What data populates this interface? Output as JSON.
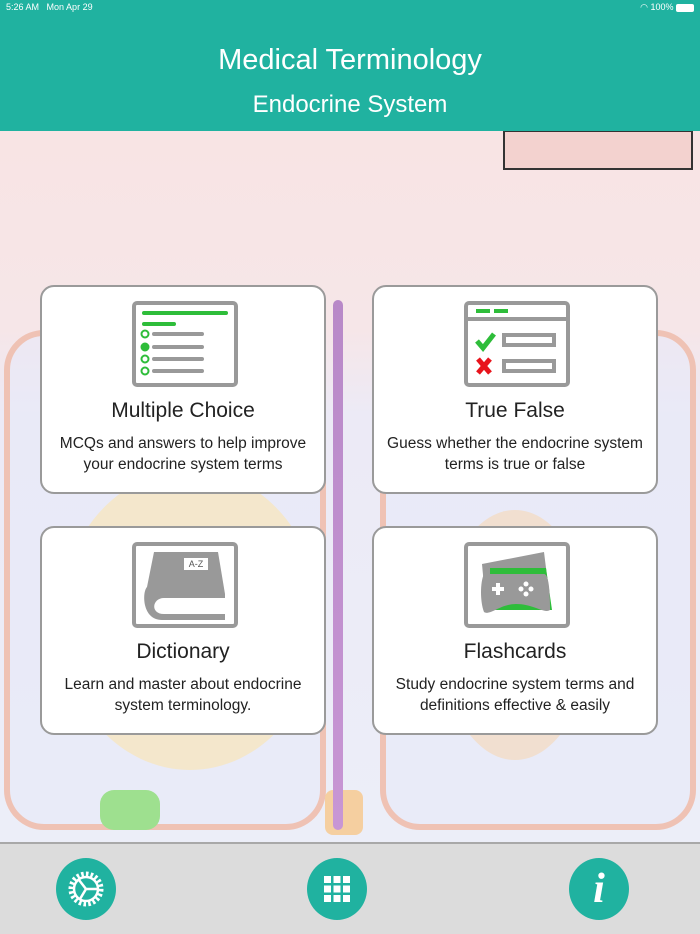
{
  "status": {
    "time": "5:26 AM",
    "date": "Mon Apr 29",
    "battery": "100%"
  },
  "header": {
    "title": "Medical Terminology",
    "subtitle": "Endocrine System"
  },
  "cards": [
    {
      "title": "Multiple Choice",
      "desc": "MCQs and answers to help improve your endocrine system terms",
      "icon": "quiz-list-icon"
    },
    {
      "title": "True False",
      "desc": "Guess whether the endocrine system terms is true or false",
      "icon": "check-cross-icon"
    },
    {
      "title": "Dictionary",
      "desc": "Learn and master about endocrine system terminology.",
      "icon": "book-icon",
      "icon_label": "A-Z"
    },
    {
      "title": "Flashcards",
      "desc": "Study endocrine system terms and definitions effective & easily",
      "icon": "gamepad-cards-icon"
    }
  ],
  "bottom_bar": {
    "buttons": [
      "settings-icon",
      "grid-icon",
      "info-icon"
    ]
  },
  "colors": {
    "accent": "#20b2a0",
    "green": "#2ebd3a",
    "red": "#e8141c",
    "icon_gray": "#999999"
  }
}
